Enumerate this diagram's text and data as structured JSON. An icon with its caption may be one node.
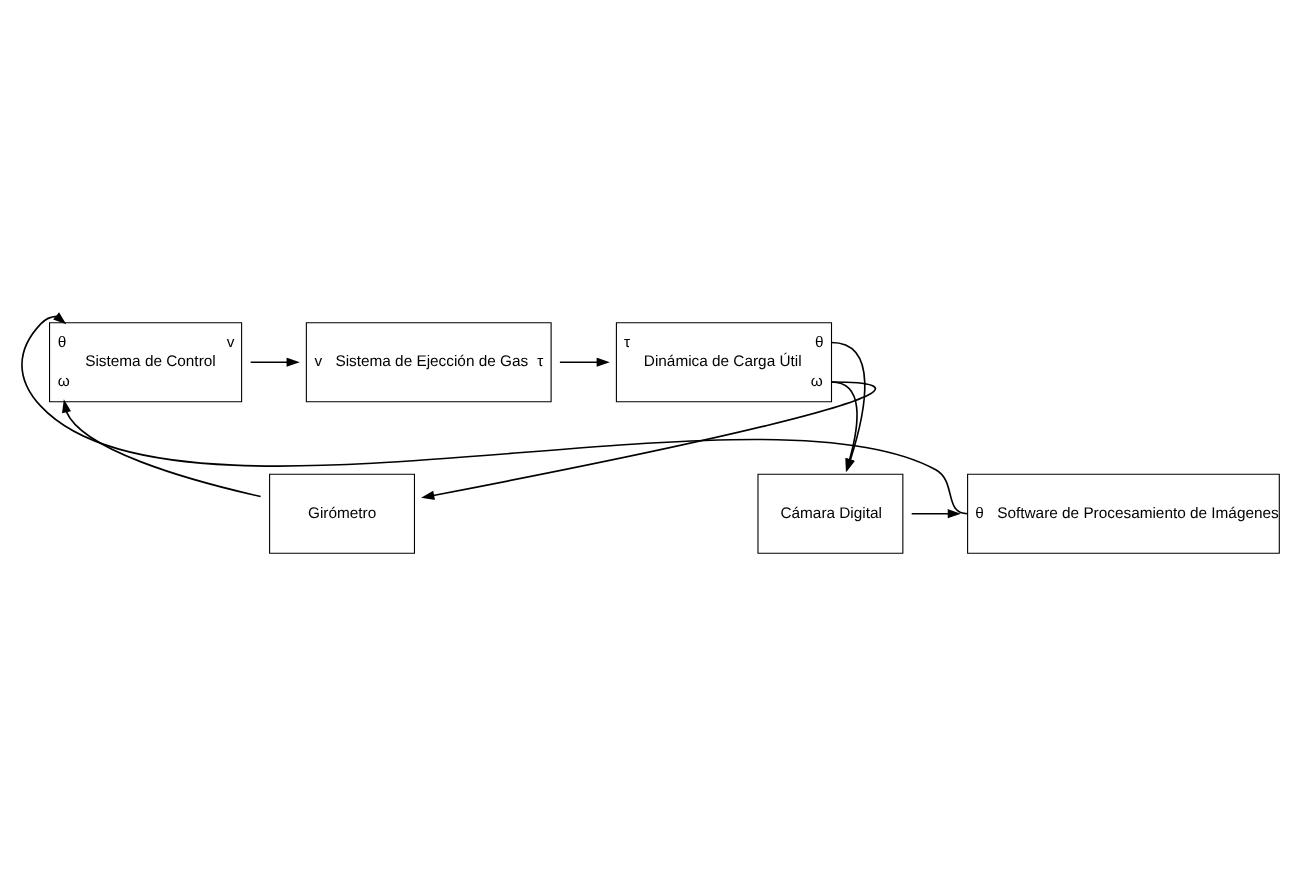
{
  "diagram": {
    "nodes": [
      {
        "text": [
          "θ",
          "ω",
          "Sistema de Control",
          "v"
        ]
      },
      {
        "text": [
          "v",
          "Sistema de Ejección de Gas",
          "τ"
        ]
      },
      {
        "text": [
          "τ",
          "Dinámica de Carga Útil",
          "θ",
          "ω"
        ]
      },
      {
        "text": [
          "Girómetro"
        ]
      },
      {
        "text": [
          "θ",
          "Software de Procesamiento de Imágenes"
        ]
      },
      {
        "text": [
          "Cámara Digital"
        ]
      }
    ],
    "edges": [
      {
        "from": 0,
        "to": 1,
        "arrow": "to"
      },
      {
        "from": 1,
        "to": 2,
        "arrow": "to"
      },
      {
        "from": 2,
        "to": 5,
        "arrow": "to"
      },
      {
        "from": 2,
        "to": 3,
        "arrow": "to"
      },
      {
        "from": 2,
        "to": 5,
        "arrow": "to"
      },
      {
        "from": 5,
        "to": 4,
        "arrow": "to"
      },
      {
        "from": 4,
        "to": 0,
        "arrow": "to"
      },
      {
        "from": 3,
        "to": 0,
        "arrow": "to"
      }
    ]
  }
}
